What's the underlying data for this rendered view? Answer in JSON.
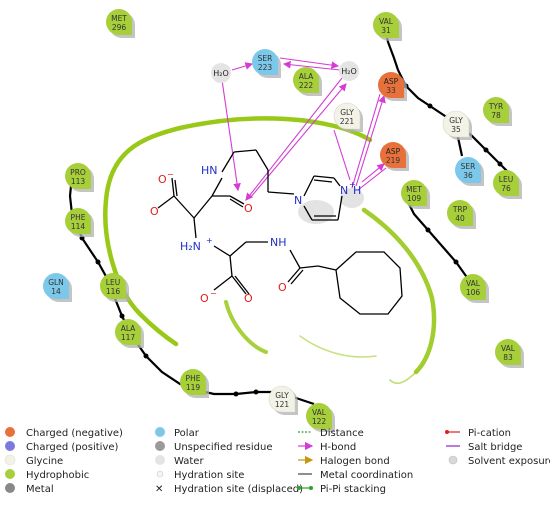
{
  "residues": [
    {
      "name": "MET",
      "num": "296",
      "kind": "hydrophobic"
    },
    {
      "name": "VAL",
      "num": "31",
      "kind": "hydrophobic"
    },
    {
      "name": "SER",
      "num": "223",
      "kind": "polar"
    },
    {
      "name": "ALA",
      "num": "222",
      "kind": "hydrophobic"
    },
    {
      "name": "ASP",
      "num": "33",
      "kind": "negative"
    },
    {
      "name": "GLY",
      "num": "221",
      "kind": "glycine"
    },
    {
      "name": "GLY",
      "num": "35",
      "kind": "glycine"
    },
    {
      "name": "TYR",
      "num": "78",
      "kind": "hydrophobic"
    },
    {
      "name": "ASP",
      "num": "219",
      "kind": "negative"
    },
    {
      "name": "SER",
      "num": "36",
      "kind": "polar"
    },
    {
      "name": "LEU",
      "num": "76",
      "kind": "hydrophobic"
    },
    {
      "name": "MET",
      "num": "109",
      "kind": "hydrophobic"
    },
    {
      "name": "TRP",
      "num": "40",
      "kind": "hydrophobic"
    },
    {
      "name": "PRO",
      "num": "113",
      "kind": "hydrophobic"
    },
    {
      "name": "PHE",
      "num": "114",
      "kind": "hydrophobic"
    },
    {
      "name": "GLN",
      "num": "14",
      "kind": "polar"
    },
    {
      "name": "LEU",
      "num": "116",
      "kind": "hydrophobic"
    },
    {
      "name": "VAL",
      "num": "106",
      "kind": "hydrophobic"
    },
    {
      "name": "ALA",
      "num": "117",
      "kind": "hydrophobic"
    },
    {
      "name": "VAL",
      "num": "83",
      "kind": "hydrophobic"
    },
    {
      "name": "PHE",
      "num": "119",
      "kind": "hydrophobic"
    },
    {
      "name": "GLY",
      "num": "121",
      "kind": "glycine"
    },
    {
      "name": "VAL",
      "num": "122",
      "kind": "hydrophobic"
    }
  ],
  "waters": [
    "H₂O",
    "H₂O"
  ],
  "atoms": {
    "o_minus_1": "O",
    "minus": "−",
    "hn_amide": "HN",
    "h2n_plus": "H₂N",
    "plus": "+",
    "nh_amide": "NH",
    "n_imidazole": "N",
    "n_plus_h": "N",
    "h": "H",
    "o_minus_2": "O"
  },
  "legend": {
    "col1": [
      "Charged (negative)",
      "Charged (positive)",
      "Glycine",
      "Hydrophobic",
      "Metal"
    ],
    "col2": [
      "Polar",
      "Unspecified residue",
      "Water",
      "Hydration site",
      "Hydration site (displaced)"
    ],
    "col3": [
      "Distance",
      "H-bond",
      "Halogen bond",
      "Metal coordination",
      "Pi-Pi stacking"
    ],
    "col4": [
      "Pi-cation",
      "Salt bridge",
      "Solvent exposure"
    ]
  },
  "colors": {
    "hydrophobic": "#a6cf3a",
    "polar": "#7cc8ea",
    "negative": "#e8703a",
    "positive": "#7b78e0",
    "glycine": "#f2f2e6",
    "metal": "#888888",
    "hbond": "#d43cd4",
    "pocket": "#98c818"
  }
}
